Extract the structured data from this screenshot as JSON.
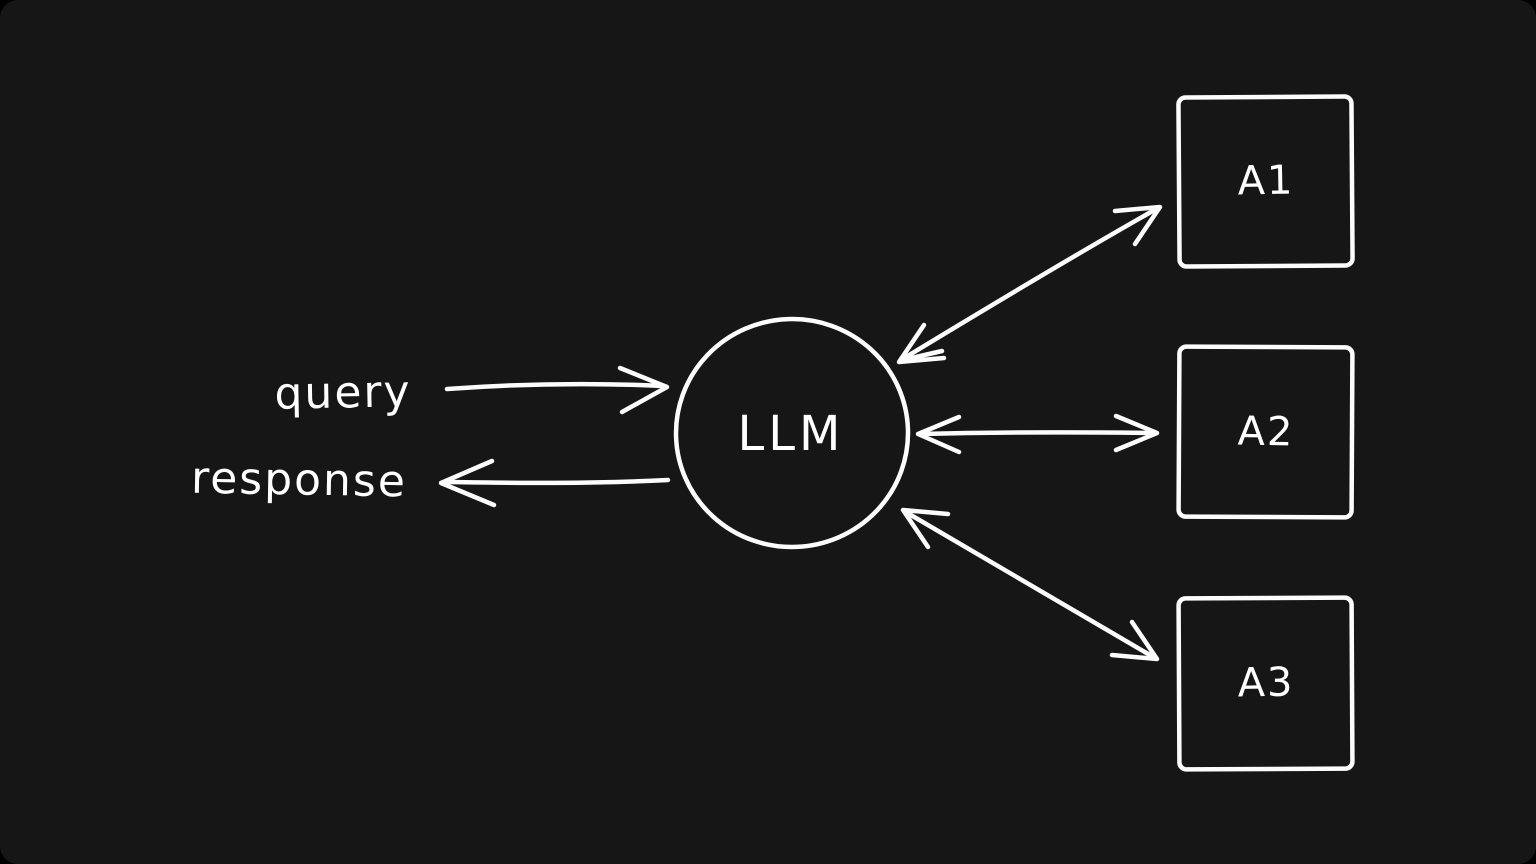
{
  "canvas": {
    "background": "#161616",
    "outer_background": "#000000",
    "stroke_color": "#fcfcfc",
    "style": "hand-drawn sketch, dark theme"
  },
  "diagram": {
    "llm": {
      "label": "LLM",
      "shape": "circle"
    },
    "inputs": {
      "query": {
        "label": "query",
        "arrow": "right-to-llm"
      },
      "response": {
        "label": "response",
        "arrow": "left-from-llm"
      }
    },
    "agents": [
      {
        "label": "A1",
        "shape": "square",
        "arrow": "bidirectional"
      },
      {
        "label": "A2",
        "shape": "square",
        "arrow": "bidirectional"
      },
      {
        "label": "A3",
        "shape": "square",
        "arrow": "bidirectional"
      }
    ]
  }
}
